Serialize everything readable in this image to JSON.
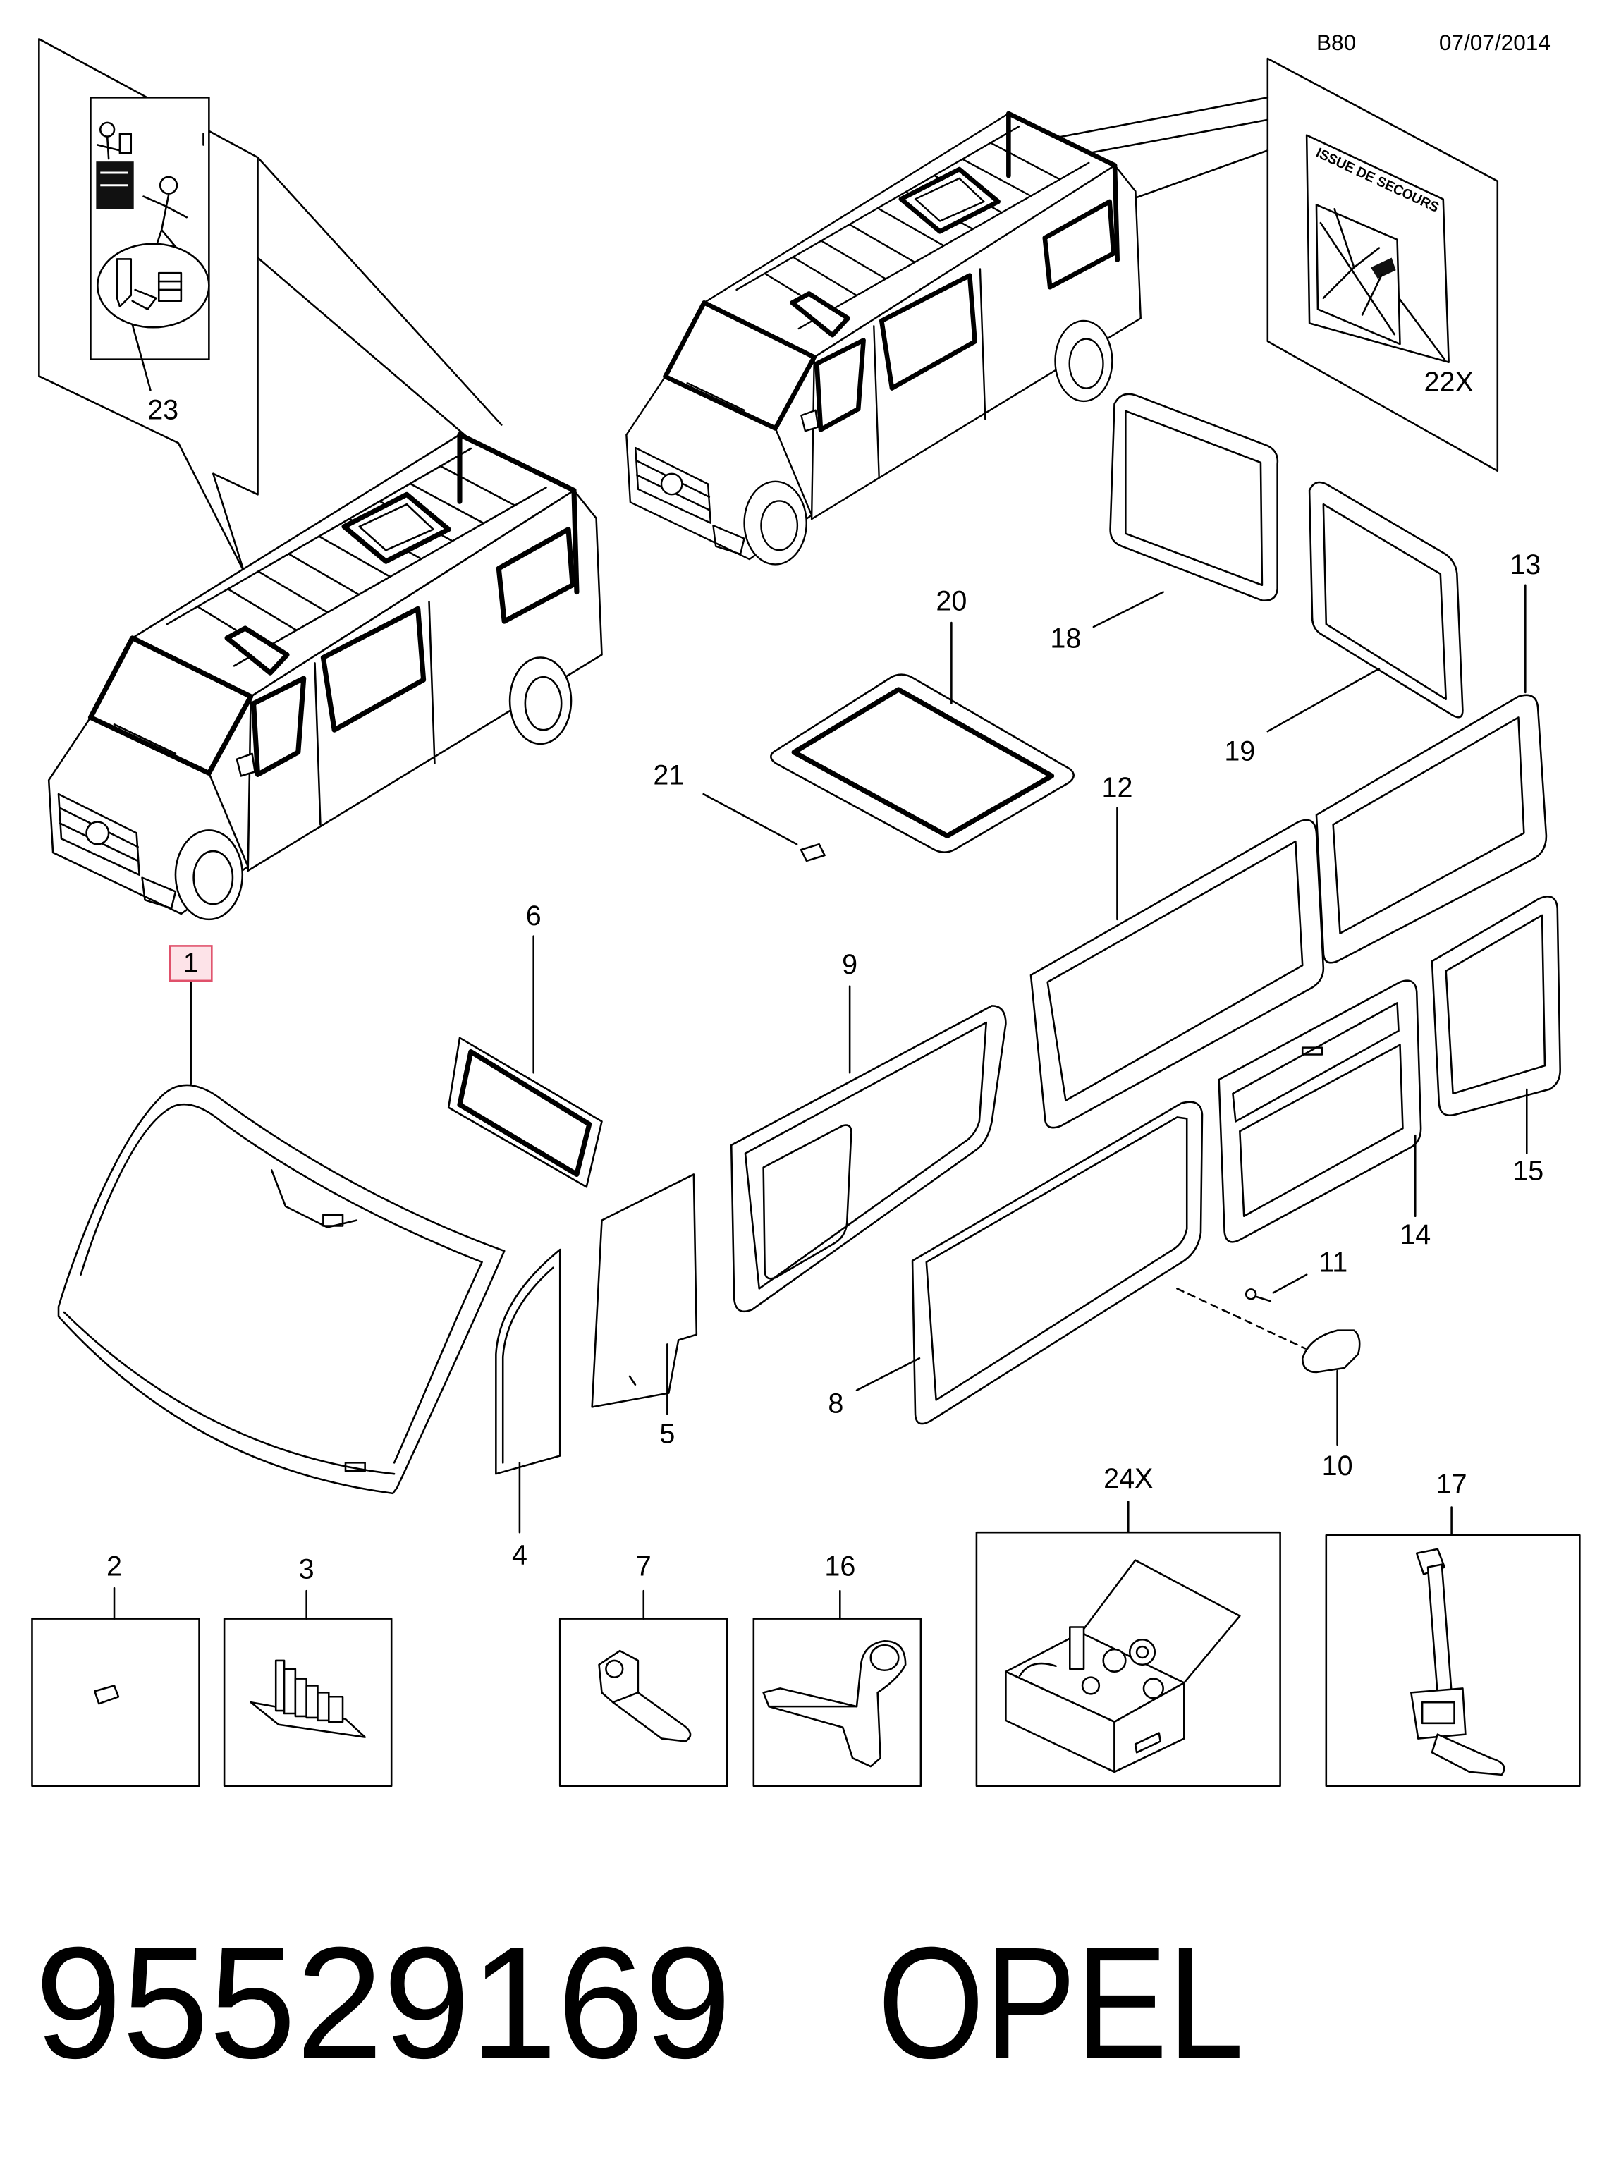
{
  "header": {
    "code": "B80",
    "date": "07/07/2014"
  },
  "stickers": {
    "emergency_exit_text": "ISSUE DE SECOURS"
  },
  "parts": {
    "p1": {
      "label": "1",
      "highlighted": true
    },
    "p2": {
      "label": "2"
    },
    "p3": {
      "label": "3"
    },
    "p4": {
      "label": "4"
    },
    "p5": {
      "label": "5"
    },
    "p6": {
      "label": "6"
    },
    "p7": {
      "label": "7"
    },
    "p8": {
      "label": "8"
    },
    "p9": {
      "label": "9"
    },
    "p10": {
      "label": "10"
    },
    "p11": {
      "label": "11"
    },
    "p12": {
      "label": "12"
    },
    "p13": {
      "label": "13"
    },
    "p14": {
      "label": "14"
    },
    "p15": {
      "label": "15"
    },
    "p16": {
      "label": "16"
    },
    "p17": {
      "label": "17"
    },
    "p18": {
      "label": "18"
    },
    "p19": {
      "label": "19"
    },
    "p20": {
      "label": "20"
    },
    "p21": {
      "label": "21"
    },
    "p22x": {
      "label": "22X"
    },
    "p23": {
      "label": "23"
    },
    "p24x": {
      "label": "24X"
    }
  },
  "footer": {
    "part_number": "95529169",
    "brand": "OPEL"
  },
  "colors": {
    "line": "#000000",
    "background": "#ffffff",
    "highlight_fill": "#fde3e8",
    "highlight_stroke": "#e0506a"
  }
}
